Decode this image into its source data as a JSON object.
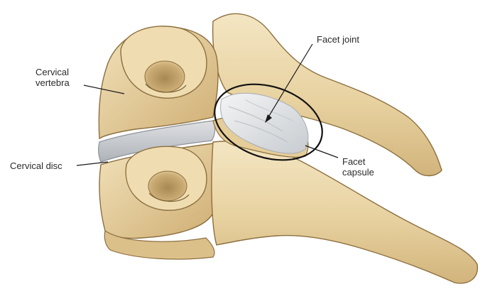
{
  "diagram": {
    "labels": {
      "cervical_vertebra": [
        "Cervical",
        "vertebra"
      ],
      "cervical_disc": "Cervical disc",
      "facet_joint": "Facet joint",
      "facet_capsule": [
        "Facet",
        "capsule"
      ]
    }
  },
  "colors": {
    "bone_fill": "#e9d5a6",
    "bone_light": "#f3e6c4",
    "bone_shadow": "#b89a62",
    "bone_outline": "#8c6f3f",
    "disc_fill": "#c9ccd0",
    "cartilage_fill": "#e8eaec",
    "leader_line": "#1a1a1a",
    "label_text": "#2a2a2a"
  }
}
